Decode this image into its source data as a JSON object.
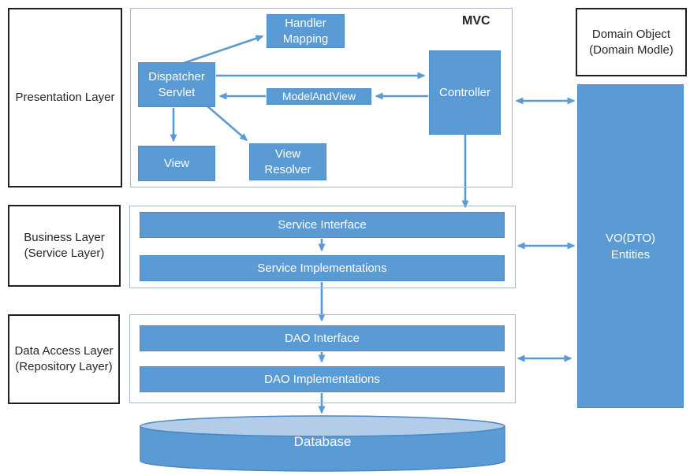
{
  "colors": {
    "node_fill": "#5b9bd5",
    "node_border": "#4e8ac9",
    "container_border": "#a6b9cb",
    "black_border": "#1f1f1f",
    "arrow": "#5b9bd5",
    "cylinder_top": "#b3cde9",
    "cylinder_border": "#4a86c0",
    "text_on_blue": "#ffffff",
    "text_dark": "#262626"
  },
  "layer_labels": {
    "presentation": "Presentation Layer",
    "business": "Business Layer\n(Service Layer)",
    "data_access": "Data Access Layer\n(Repository Layer)"
  },
  "mvc": {
    "label": "MVC",
    "handler_mapping": "Handler\nMapping",
    "dispatcher_servlet": "Dispatcher\nServlet",
    "controller": "Controller",
    "model_and_view": "ModelAndView",
    "view": "View",
    "view_resolver": "View\nResolver"
  },
  "business": {
    "service_interface": "Service Interface",
    "service_implementations": "Service Implementations"
  },
  "data_access": {
    "dao_interface": "DAO Interface",
    "dao_implementations": "DAO Implementations"
  },
  "right_column": {
    "domain_object": "Domain Object\n(Domain Modle)",
    "vo_entities": "VO(DTO)\nEntities"
  },
  "database": {
    "label": "Database"
  }
}
